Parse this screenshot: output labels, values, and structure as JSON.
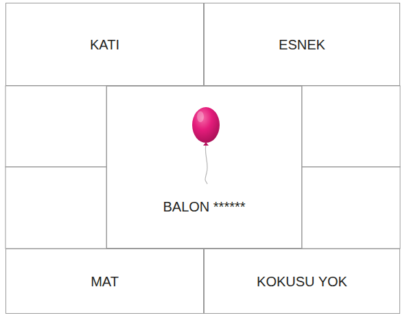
{
  "diagram": {
    "nodes": [
      {
        "text": [
          "KATI"
        ]
      },
      {
        "text": [
          "ESNEK"
        ]
      },
      {
        "text": [
          "BALON ******"
        ]
      },
      {
        "text": [
          "MAT"
        ]
      },
      {
        "text": [
          "KOKUSU YOK"
        ]
      }
    ]
  }
}
